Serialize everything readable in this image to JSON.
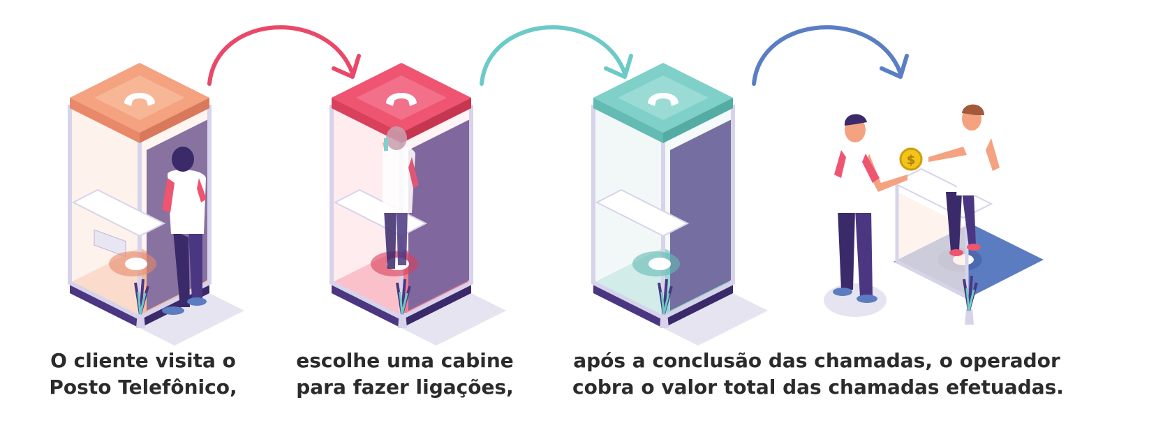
{
  "colors": {
    "orange": "#f4a27f",
    "red": "#ef5470",
    "teal": "#7fd0c9",
    "blue": "#5b7cc0",
    "purple": "#4b3781",
    "arrow_red": "#e94868",
    "arrow_teal": "#6ccac8",
    "arrow_blue": "#5a7ec4",
    "text": "#2b2b2b"
  },
  "steps": [
    {
      "lines": [
        "O cliente visita o",
        "Posto Telefônico,"
      ]
    },
    {
      "lines": [
        "escolhe uma cabine",
        "para fazer ligações,"
      ]
    },
    {
      "lines": [
        "após a conclusão das chamadas, o operador",
        "cobra o valor total das chamadas efetuadas."
      ]
    }
  ],
  "icons": [
    "phone-icon",
    "coin-icon",
    "plant-icon",
    "arrow-icon"
  ]
}
